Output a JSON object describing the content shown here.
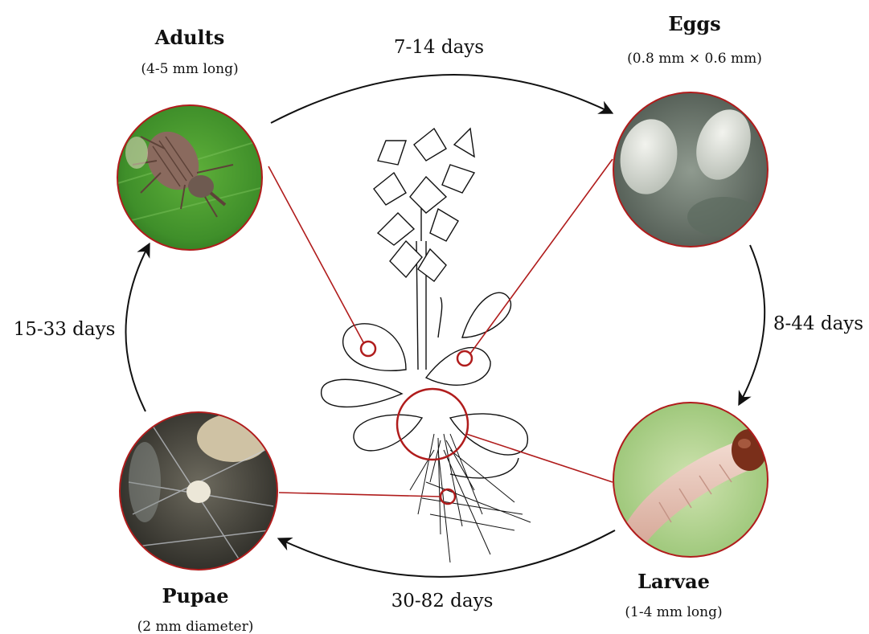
{
  "stages": {
    "adults": {
      "title": "Adults",
      "subtitle": "(4-5 mm long)"
    },
    "eggs": {
      "title": "Eggs",
      "subtitle": "(0.8 mm × 0.6 mm)"
    },
    "larvae": {
      "title": "Larvae",
      "subtitle": "(1-4 mm long)"
    },
    "pupae": {
      "title": "Pupae",
      "subtitle": "(2 mm diameter)"
    }
  },
  "durations": {
    "adults_to_eggs": "7-14 days",
    "eggs_to_larvae": "8-44 days",
    "larvae_to_pupae": "30-82 days",
    "pupae_to_adults": "15-33 days"
  },
  "colors": {
    "accent_red": "#b01c1c",
    "leaf_green": "#3f8f2a",
    "egg_gray": "#9aa39a",
    "larva_pink": "#e7c3b6",
    "pupa_dark": "#3c3a33",
    "ink": "#111111"
  },
  "icons": {
    "center": "water-hyacinth-plant-illustration",
    "adults": "weevil-photo",
    "eggs": "eggs-photo",
    "larvae": "larva-photo",
    "pupae": "pupa-photo"
  }
}
